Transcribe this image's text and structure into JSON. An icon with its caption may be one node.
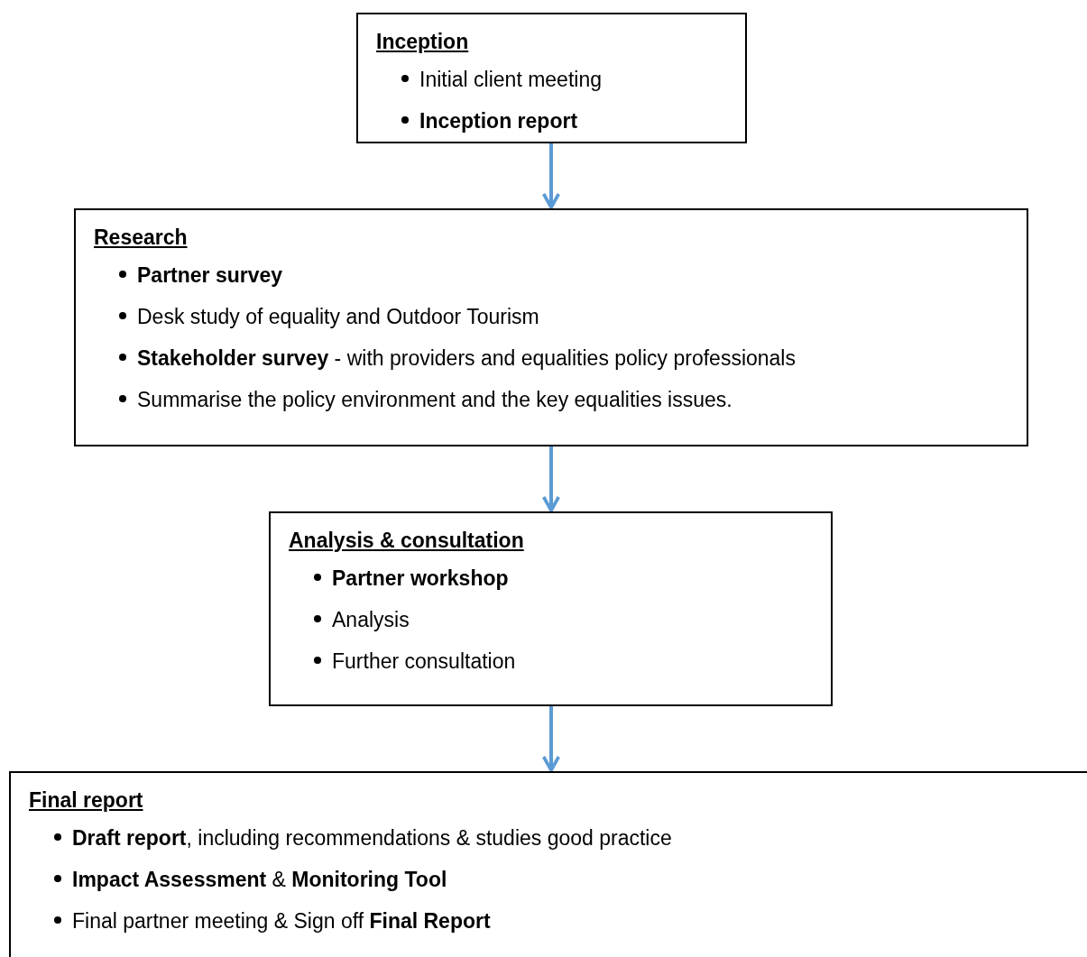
{
  "diagram": {
    "nodes": [
      {
        "text": [
          "Inception",
          "Initial client meeting",
          "**Inception report**"
        ]
      },
      {
        "text": [
          "Research",
          "**Partner survey**",
          "Desk study of equality and Outdoor Tourism",
          "**Stakeholder survey** - with providers and equalities policy professionals",
          "Summarise the policy environment and the key equalities issues."
        ]
      },
      {
        "text": [
          "Analysis & consultation",
          "**Partner workshop**",
          "Analysis",
          "Further consultation"
        ]
      },
      {
        "text": [
          "Final report",
          "**Draft report**, including recommendations & studies good practice",
          "**Impact Assessment** & **Monitoring Tool**",
          "Final partner meeting & Sign off **Final Report**"
        ]
      }
    ],
    "edges": [
      {
        "from": 0,
        "to": 1,
        "arrow": "to"
      },
      {
        "from": 1,
        "to": 2,
        "arrow": "to"
      },
      {
        "from": 2,
        "to": 3,
        "arrow": "to"
      }
    ]
  }
}
